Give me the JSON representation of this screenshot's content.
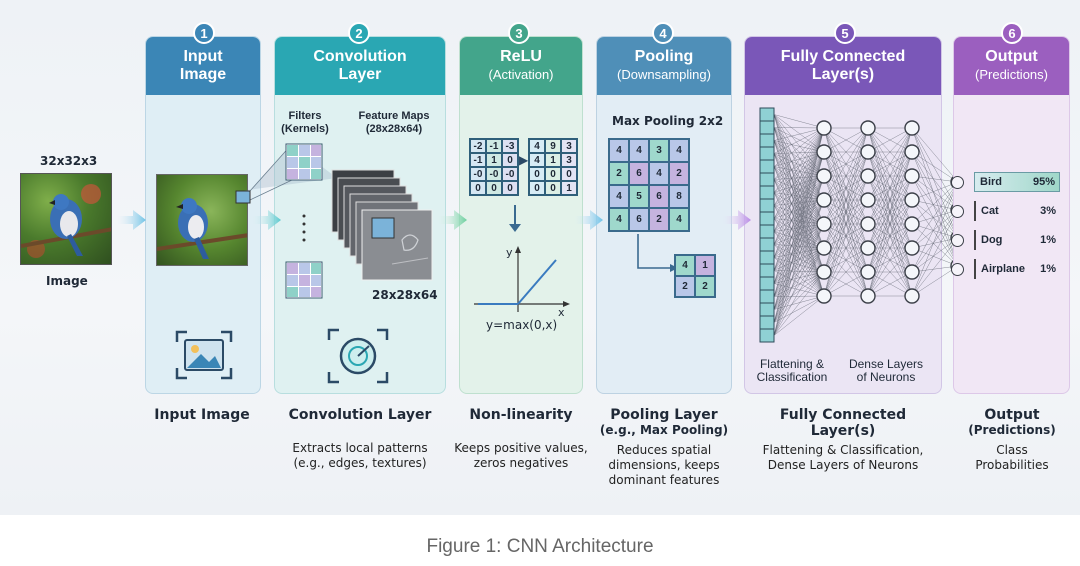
{
  "input_side": {
    "size_label": "32x32x3",
    "caption": "Image"
  },
  "stages": [
    {
      "num": "1",
      "title": "Input",
      "title2": "Image",
      "cap_title": "Input Image",
      "cap_desc": ""
    },
    {
      "num": "2",
      "title": "Convolution",
      "title2": "Layer",
      "cap_title": "Convolution Layer",
      "cap_desc": "Extracts local patterns",
      "cap_desc2": "(e.g., edges, textures)"
    },
    {
      "num": "3",
      "title": "ReLU",
      "title2": "(Activation)",
      "cap_title": "Non-linearity",
      "cap_desc": "Keeps positive values,",
      "cap_desc2": "zeros negatives"
    },
    {
      "num": "4",
      "title": "Pooling",
      "title2": "(Downsampling)",
      "cap_title": "Pooling Layer",
      "cap_title2": "(e.g., Max Pooling)",
      "cap_desc": "Reduces spatial",
      "cap_desc2": "dimensions, keeps",
      "cap_desc3": "dominant features"
    },
    {
      "num": "5",
      "title": "Fully Connected",
      "title2": "Layer(s)",
      "cap_title": "Fully Connected",
      "cap_title2": "Layer(s)",
      "cap_desc": "Flattening & Classification,",
      "cap_desc2": "Dense Layers of Neurons"
    },
    {
      "num": "6",
      "title": "Output",
      "title2": "(Predictions)",
      "cap_title": "Output",
      "cap_title2": "(Predictions)",
      "cap_desc": "Class",
      "cap_desc2": "Probabilities"
    }
  ],
  "conv": {
    "filters_label": "Filters",
    "filters_label2": "(Kernels)",
    "maps_label": "Feature Maps",
    "maps_label2": "(28x28x64)",
    "maps_size": "28x28x64"
  },
  "relu": {
    "input_matrix": [
      "-2",
      "-1",
      "-3",
      "-1",
      "1",
      "0",
      "-0",
      "-0",
      "-0",
      "0",
      "0",
      "0"
    ],
    "output_matrix": [
      "4",
      "9",
      "3",
      "4",
      "1",
      "3",
      "0",
      "0",
      "0",
      "0",
      "0",
      "1"
    ],
    "axis_y": "y",
    "axis_x": "x",
    "formula": "y=max(0,x)"
  },
  "pooling": {
    "title": "Max Pooling 2x2",
    "input_matrix": [
      "4",
      "4",
      "3",
      "4",
      "2",
      "6",
      "4",
      "2",
      "4",
      "5",
      "6",
      "8",
      "4",
      "6",
      "2",
      "4"
    ],
    "output_matrix": [
      "4",
      "1",
      "2",
      "2"
    ]
  },
  "fc": {
    "label_left": "Flattening &",
    "label_left2": "Classification",
    "label_right": "Dense Layers",
    "label_right2": "of Neurons"
  },
  "predictions": [
    {
      "class": "Bird",
      "prob": "95%"
    },
    {
      "class": "Cat",
      "prob": "3%"
    },
    {
      "class": "Dog",
      "prob": "1%"
    },
    {
      "class": "Airplane",
      "prob": "1%"
    }
  ],
  "colors": {
    "input": "#3b86b6",
    "conv": "#2aa7b3",
    "relu": "#43a58b",
    "pool": "#4f8fb8",
    "fc": "#7a57b8",
    "output": "#9b5fbf"
  },
  "figure_caption": "Figure 1: CNN Architecture"
}
